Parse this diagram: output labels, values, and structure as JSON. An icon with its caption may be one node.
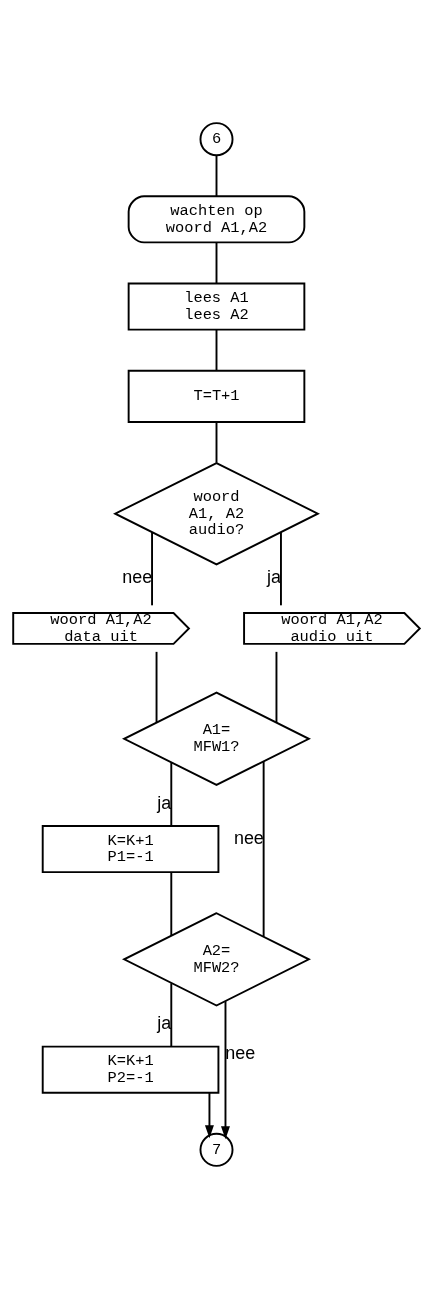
{
  "diagram": {
    "nodes": [
      {
        "text": [
          "6"
        ]
      },
      {
        "text": [
          "wachten op woord A1,A2"
        ]
      },
      {
        "text": [
          "lees A1 lees A2"
        ]
      },
      {
        "text": [
          "T=T+1"
        ]
      },
      {
        "text": [
          "woord A1, A2 audio?"
        ]
      },
      {
        "text": [
          "woord A1,A2 data uit"
        ]
      },
      {
        "text": [
          "woord A1,A2 audio uit"
        ]
      },
      {
        "text": [
          "A1= MFW1?"
        ]
      },
      {
        "text": [
          "K=K+1 P1=-1"
        ]
      },
      {
        "text": [
          "A2= MFW2?"
        ]
      },
      {
        "text": [
          "K=K+1 P2=-1"
        ]
      },
      {
        "text": [
          "7"
        ]
      }
    ],
    "edges": [
      {
        "from": 0,
        "to": 1,
        "arrow": "none"
      },
      {
        "from": 1,
        "to": 2,
        "arrow": "none"
      },
      {
        "from": 2,
        "to": 3,
        "arrow": "none"
      },
      {
        "from": 3,
        "to": 4,
        "arrow": "none"
      },
      {
        "from": 4,
        "to": 6,
        "arrow": "none",
        "label": "ja"
      },
      {
        "from": 4,
        "to": 5,
        "arrow": "none",
        "label": "nee"
      },
      {
        "from": 5,
        "to": 7,
        "arrow": "none"
      },
      {
        "from": 6,
        "to": 7,
        "arrow": "none"
      },
      {
        "from": 7,
        "to": 9,
        "arrow": "none",
        "label": "nee"
      },
      {
        "from": 7,
        "to": 8,
        "arrow": "none",
        "label": "ja"
      },
      {
        "from": 8,
        "to": 9,
        "arrow": "none"
      },
      {
        "from": 9,
        "to": 11,
        "arrow": "to",
        "label": "nee"
      },
      {
        "from": 9,
        "to": 10,
        "arrow": "none",
        "label": "ja"
      },
      {
        "from": 10,
        "to": 11,
        "arrow": "to"
      }
    ]
  }
}
